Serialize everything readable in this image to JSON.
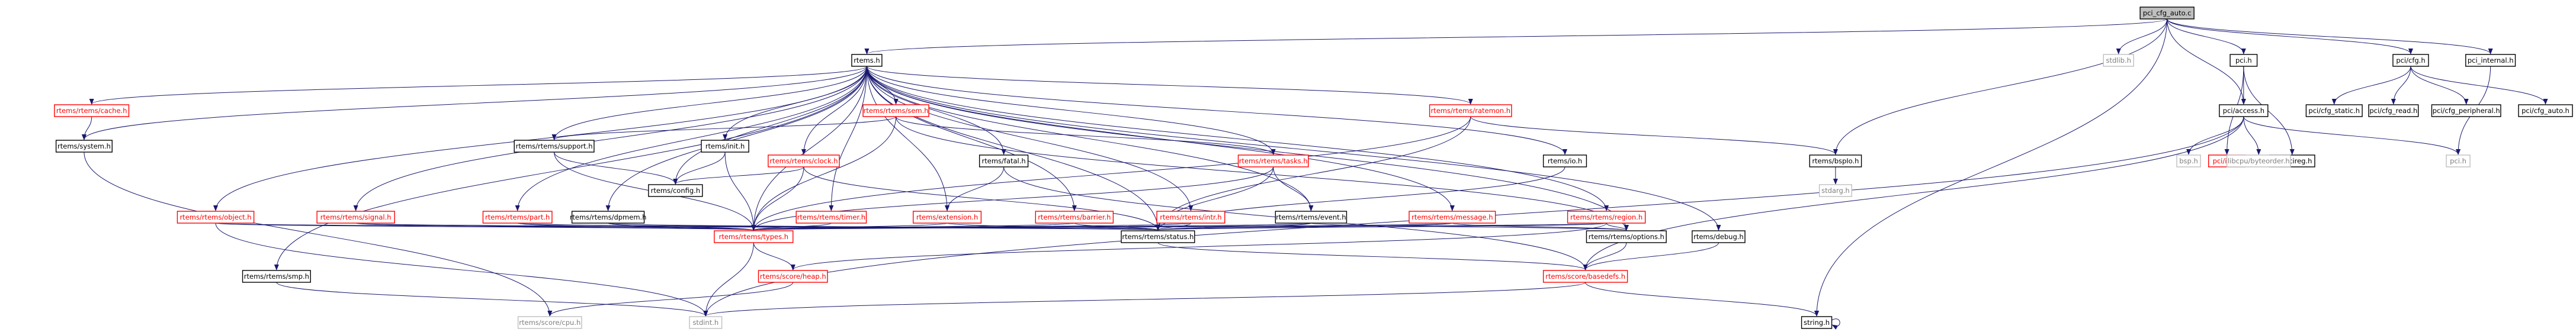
{
  "colors": {
    "edge": "#191970",
    "border_default": "#000000",
    "border_red": "#ff0000",
    "border_gray": "#bfbfbf",
    "root_fill": "#bfbfbf",
    "text_default": "#000000",
    "text_red": "#ff0000",
    "text_gray": "#7f7f7f"
  },
  "nodes": [
    {
      "id": "root",
      "label": "pci_cfg_auto.c",
      "style": "root"
    },
    {
      "id": "rtems_h",
      "label": "rtems.h",
      "style": "normal"
    },
    {
      "id": "stdlib_h",
      "label": "stdlib.h",
      "style": "gray"
    },
    {
      "id": "pci_h",
      "label": "pci.h",
      "style": "normal"
    },
    {
      "id": "pci_cfg_h",
      "label": "pci/cfg.h",
      "style": "normal"
    },
    {
      "id": "pci_internal_h",
      "label": "pci_internal.h",
      "style": "normal"
    },
    {
      "id": "cache_h",
      "label": "rtems/rtems/cache.h",
      "style": "red"
    },
    {
      "id": "sem_h",
      "label": "rtems/rtems/sem.h",
      "style": "red"
    },
    {
      "id": "ratemon_h",
      "label": "rtems/rtems/ratemon.h",
      "style": "red"
    },
    {
      "id": "system_h",
      "label": "rtems/system.h",
      "style": "normal"
    },
    {
      "id": "support_h",
      "label": "rtems/rtems/support.h",
      "style": "normal"
    },
    {
      "id": "init_h",
      "label": "rtems/init.h",
      "style": "normal"
    },
    {
      "id": "clock_h",
      "label": "rtems/rtems/clock.h",
      "style": "red"
    },
    {
      "id": "fatal_h",
      "label": "rtems/fatal.h",
      "style": "normal"
    },
    {
      "id": "tasks_h",
      "label": "rtems/rtems/tasks.h",
      "style": "red"
    },
    {
      "id": "io_h",
      "label": "rtems/io.h",
      "style": "normal"
    },
    {
      "id": "bspio_h",
      "label": "rtems/bspIo.h",
      "style": "normal"
    },
    {
      "id": "pci_access_h",
      "label": "pci/access.h",
      "style": "normal"
    },
    {
      "id": "pci_ids_h",
      "label": "pci/ids.h",
      "style": "red"
    },
    {
      "id": "pcireg_h",
      "label": "pci/pcireg.h",
      "style": "normal"
    },
    {
      "id": "cfg_static_h",
      "label": "pci/cfg_static.h",
      "style": "normal"
    },
    {
      "id": "cfg_read_h",
      "label": "pci/cfg_read.h",
      "style": "normal"
    },
    {
      "id": "cfg_peripheral_h",
      "label": "pci/cfg_peripheral.h",
      "style": "normal"
    },
    {
      "id": "cfg_auto_h",
      "label": "pci/cfg_auto.h",
      "style": "normal"
    },
    {
      "id": "bsp_h",
      "label": "bsp.h",
      "style": "gray"
    },
    {
      "id": "byteorder_h",
      "label": "libcpu/byteorder.h",
      "style": "gray"
    },
    {
      "id": "pci_gray_h",
      "label": "pci.h",
      "style": "gray"
    },
    {
      "id": "object_h",
      "label": "rtems/rtems/object.h",
      "style": "red"
    },
    {
      "id": "signal_h",
      "label": "rtems/rtems/signal.h",
      "style": "red"
    },
    {
      "id": "part_h",
      "label": "rtems/rtems/part.h",
      "style": "red"
    },
    {
      "id": "dpmem_h",
      "label": "rtems/rtems/dpmem.h",
      "style": "normal"
    },
    {
      "id": "config_h",
      "label": "rtems/config.h",
      "style": "normal"
    },
    {
      "id": "timer_h",
      "label": "rtems/rtems/timer.h",
      "style": "red"
    },
    {
      "id": "extension_h",
      "label": "rtems/extension.h",
      "style": "red"
    },
    {
      "id": "barrier_h",
      "label": "rtems/rtems/barrier.h",
      "style": "red"
    },
    {
      "id": "intr_h",
      "label": "rtems/rtems/intr.h",
      "style": "red"
    },
    {
      "id": "event_h",
      "label": "rtems/rtems/event.h",
      "style": "normal"
    },
    {
      "id": "message_h",
      "label": "rtems/rtems/message.h",
      "style": "red"
    },
    {
      "id": "region_h",
      "label": "rtems/rtems/region.h",
      "style": "red"
    },
    {
      "id": "stdarg_h",
      "label": "stdarg.h",
      "style": "gray"
    },
    {
      "id": "types_h",
      "label": "rtems/rtems/types.h",
      "style": "red"
    },
    {
      "id": "status_h",
      "label": "rtems/rtems/status.h",
      "style": "normal"
    },
    {
      "id": "options_h",
      "label": "rtems/rtems/options.h",
      "style": "normal"
    },
    {
      "id": "debug_h",
      "label": "rtems/debug.h",
      "style": "normal"
    },
    {
      "id": "smp_h",
      "label": "rtems/rtems/smp.h",
      "style": "normal"
    },
    {
      "id": "heap_h",
      "label": "rtems/score/heap.h",
      "style": "red"
    },
    {
      "id": "basedefs_h",
      "label": "rtems/score/basedefs.h",
      "style": "red"
    },
    {
      "id": "cpu_h",
      "label": "rtems/score/cpu.h",
      "style": "gray"
    },
    {
      "id": "stdint_h",
      "label": "stdint.h",
      "style": "gray"
    },
    {
      "id": "string_h",
      "label": "string.h",
      "style": "normal"
    }
  ],
  "edges": [
    [
      "root",
      "rtems_h"
    ],
    [
      "root",
      "stdlib_h"
    ],
    [
      "root",
      "pci_h"
    ],
    [
      "root",
      "pci_cfg_h"
    ],
    [
      "root",
      "pci_internal_h"
    ],
    [
      "root",
      "bspio_h"
    ],
    [
      "root",
      "pci_access_h"
    ],
    [
      "root",
      "string_h"
    ],
    [
      "rtems_h",
      "cache_h"
    ],
    [
      "rtems_h",
      "system_h"
    ],
    [
      "rtems_h",
      "sem_h"
    ],
    [
      "rtems_h",
      "ratemon_h"
    ],
    [
      "rtems_h",
      "support_h"
    ],
    [
      "rtems_h",
      "init_h"
    ],
    [
      "rtems_h",
      "clock_h"
    ],
    [
      "rtems_h",
      "fatal_h"
    ],
    [
      "rtems_h",
      "tasks_h"
    ],
    [
      "rtems_h",
      "io_h"
    ],
    [
      "rtems_h",
      "object_h"
    ],
    [
      "rtems_h",
      "signal_h"
    ],
    [
      "rtems_h",
      "part_h"
    ],
    [
      "rtems_h",
      "dpmem_h"
    ],
    [
      "rtems_h",
      "config_h"
    ],
    [
      "rtems_h",
      "timer_h"
    ],
    [
      "rtems_h",
      "extension_h"
    ],
    [
      "rtems_h",
      "barrier_h"
    ],
    [
      "rtems_h",
      "intr_h"
    ],
    [
      "rtems_h",
      "event_h"
    ],
    [
      "rtems_h",
      "message_h"
    ],
    [
      "rtems_h",
      "region_h"
    ],
    [
      "rtems_h",
      "types_h"
    ],
    [
      "rtems_h",
      "status_h"
    ],
    [
      "rtems_h",
      "options_h"
    ],
    [
      "rtems_h",
      "debug_h"
    ],
    [
      "rtems_h",
      "smp_h"
    ],
    [
      "cache_h",
      "system_h"
    ],
    [
      "system_h",
      "cpu_h"
    ],
    [
      "sem_h",
      "support_h"
    ],
    [
      "sem_h",
      "tasks_h"
    ],
    [
      "sem_h",
      "types_h"
    ],
    [
      "sem_h",
      "options_h"
    ],
    [
      "ratemon_h",
      "bspio_h"
    ],
    [
      "ratemon_h",
      "types_h"
    ],
    [
      "ratemon_h",
      "status_h"
    ],
    [
      "support_h",
      "config_h"
    ],
    [
      "support_h",
      "types_h"
    ],
    [
      "init_h",
      "config_h"
    ],
    [
      "init_h",
      "types_h"
    ],
    [
      "clock_h",
      "config_h"
    ],
    [
      "clock_h",
      "types_h"
    ],
    [
      "clock_h",
      "status_h"
    ],
    [
      "fatal_h",
      "extension_h"
    ],
    [
      "fatal_h",
      "basedefs_h"
    ],
    [
      "tasks_h",
      "event_h"
    ],
    [
      "tasks_h",
      "types_h"
    ],
    [
      "tasks_h",
      "status_h"
    ],
    [
      "io_h",
      "status_h"
    ],
    [
      "bspio_h",
      "stdarg_h"
    ],
    [
      "pci_h",
      "pci_ids_h"
    ],
    [
      "pci_h",
      "pcireg_h"
    ],
    [
      "pci_h",
      "pci_access_h"
    ],
    [
      "pci_access_h",
      "bsp_h"
    ],
    [
      "pci_access_h",
      "byteorder_h"
    ],
    [
      "pci_access_h",
      "pci_gray_h"
    ],
    [
      "pci_access_h",
      "basedefs_h"
    ],
    [
      "pci_access_h",
      "stdint_h"
    ],
    [
      "pci_cfg_h",
      "cfg_static_h"
    ],
    [
      "pci_cfg_h",
      "cfg_read_h"
    ],
    [
      "pci_cfg_h",
      "cfg_peripheral_h"
    ],
    [
      "pci_cfg_h",
      "cfg_auto_h"
    ],
    [
      "pci_internal_h",
      "pci_gray_h"
    ],
    [
      "object_h",
      "types_h"
    ],
    [
      "object_h",
      "status_h"
    ],
    [
      "object_h",
      "stdint_h"
    ],
    [
      "signal_h",
      "types_h"
    ],
    [
      "signal_h",
      "status_h"
    ],
    [
      "part_h",
      "types_h"
    ],
    [
      "part_h",
      "status_h"
    ],
    [
      "dpmem_h",
      "types_h"
    ],
    [
      "dpmem_h",
      "status_h"
    ],
    [
      "timer_h",
      "types_h"
    ],
    [
      "extension_h",
      "types_h"
    ],
    [
      "extension_h",
      "status_h"
    ],
    [
      "barrier_h",
      "types_h"
    ],
    [
      "barrier_h",
      "status_h"
    ],
    [
      "intr_h",
      "types_h"
    ],
    [
      "intr_h",
      "status_h"
    ],
    [
      "event_h",
      "types_h"
    ],
    [
      "event_h",
      "status_h"
    ],
    [
      "event_h",
      "options_h"
    ],
    [
      "message_h",
      "types_h"
    ],
    [
      "message_h",
      "status_h"
    ],
    [
      "message_h",
      "options_h"
    ],
    [
      "region_h",
      "types_h"
    ],
    [
      "region_h",
      "status_h"
    ],
    [
      "region_h",
      "options_h"
    ],
    [
      "region_h",
      "heap_h"
    ],
    [
      "types_h",
      "heap_h"
    ],
    [
      "types_h",
      "stdint_h"
    ],
    [
      "status_h",
      "basedefs_h"
    ],
    [
      "options_h",
      "basedefs_h"
    ],
    [
      "debug_h",
      "basedefs_h"
    ],
    [
      "smp_h",
      "stdint_h"
    ],
    [
      "heap_h",
      "cpu_h"
    ],
    [
      "basedefs_h",
      "stdint_h"
    ],
    [
      "basedefs_h",
      "string_h"
    ],
    [
      "string_h",
      "string_h"
    ]
  ]
}
